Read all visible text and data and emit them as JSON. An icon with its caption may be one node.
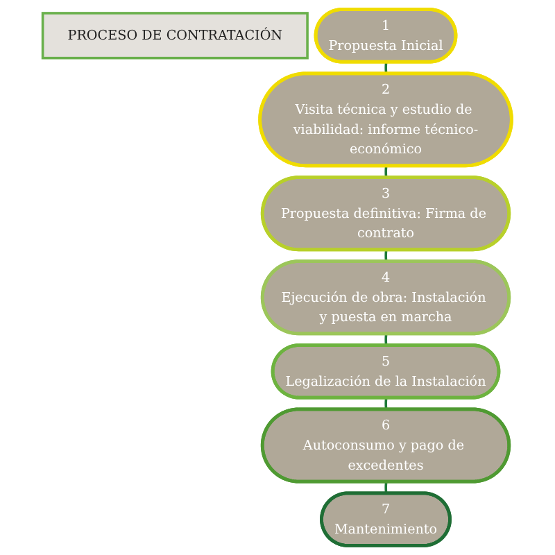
{
  "diagram": {
    "nodes": [
      {
        "text": [
          "PROCESO DE CONTRATACIÓN"
        ]
      },
      {
        "text": [
          "1",
          "Propuesta Inicial"
        ]
      },
      {
        "text": [
          "2",
          "Visita técnica y estudio de viabilidad: informe técnico-económico"
        ]
      },
      {
        "text": [
          "3",
          "Propuesta definitiva: Firma de contrato"
        ]
      },
      {
        "text": [
          "4",
          "Ejecución de obra: Instalación y puesta en marcha"
        ]
      },
      {
        "text": [
          "5",
          "Legalización de la Instalación"
        ]
      },
      {
        "text": [
          "6",
          "Autoconsumo y pago de excedentes"
        ]
      },
      {
        "text": [
          "7",
          "Mantenimiento"
        ]
      }
    ],
    "edges": [
      {
        "from": 1,
        "to": 2,
        "arrow": "none"
      },
      {
        "from": 2,
        "to": 3,
        "arrow": "none"
      },
      {
        "from": 3,
        "to": 4,
        "arrow": "none"
      },
      {
        "from": 4,
        "to": 5,
        "arrow": "none"
      },
      {
        "from": 5,
        "to": 6,
        "arrow": "none"
      },
      {
        "from": 6,
        "to": 7,
        "arrow": "none"
      }
    ]
  }
}
